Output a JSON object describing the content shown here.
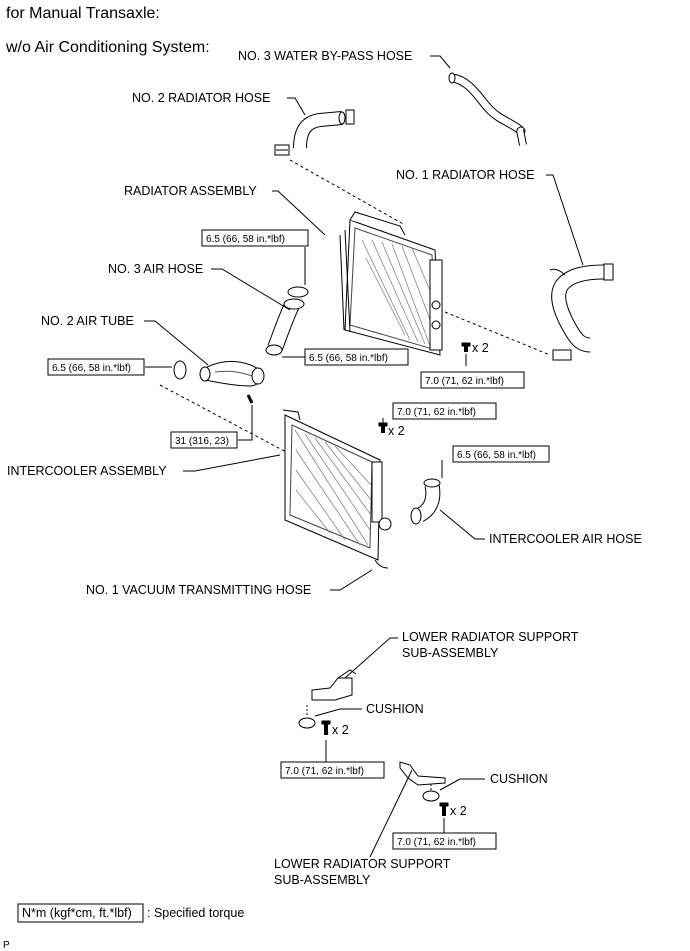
{
  "header": {
    "line1": "for Manual Transaxle:",
    "line2": "w/o Air Conditioning System:"
  },
  "labels": {
    "no3_water_bypass_hose": "NO. 3 WATER BY-PASS HOSE",
    "no2_radiator_hose": "NO. 2 RADIATOR HOSE",
    "no1_radiator_hose": "NO. 1 RADIATOR HOSE",
    "radiator_assembly": "RADIATOR ASSEMBLY",
    "no3_air_hose": "NO. 3 AIR HOSE",
    "no2_air_tube": "NO. 2 AIR TUBE",
    "intercooler_assembly": "INTERCOOLER ASSEMBLY",
    "intercooler_air_hose": "INTERCOOLER AIR HOSE",
    "no1_vacuum_transmitting_hose": "NO. 1 VACUUM TRANSMITTING HOSE",
    "lower_support_upper_line1": "LOWER RADIATOR SUPPORT",
    "lower_support_upper_line2": "SUB-ASSEMBLY",
    "cushion_upper": "CUSHION",
    "cushion_lower": "CUSHION",
    "lower_support_lower_line1": "LOWER RADIATOR SUPPORT",
    "lower_support_lower_line2": "SUB-ASSEMBLY"
  },
  "torques": {
    "t_no3_air_hose_top": "6.5 (66, 58 in.*lbf)",
    "t_no3_air_hose_bottom": "6.5 (66, 58 in.*lbf)",
    "t_no2_air_tube": "6.5 (66, 58 in.*lbf)",
    "t_radiator_bolt": "7.0 (71, 62 in.*lbf)",
    "t_air_tube_bolt": "31 (316, 23)",
    "t_intercooler_bolt": "7.0 (71, 62 in.*lbf)",
    "t_intercooler_air_hose": "6.5 (66, 58 in.*lbf)",
    "t_lower_support_upper": "7.0 (71, 62 in.*lbf)",
    "t_lower_support_lower": "7.0 (71, 62 in.*lbf)"
  },
  "multipliers": {
    "radiator_bolt": "x 2",
    "intercooler_bolt": "x 2",
    "upper_support": "x 2",
    "lower_support": "x 2"
  },
  "legend": {
    "box": "N*m (kgf*cm, ft.*lbf)",
    "text": ": Specified torque"
  },
  "footer": {
    "code": "P"
  }
}
